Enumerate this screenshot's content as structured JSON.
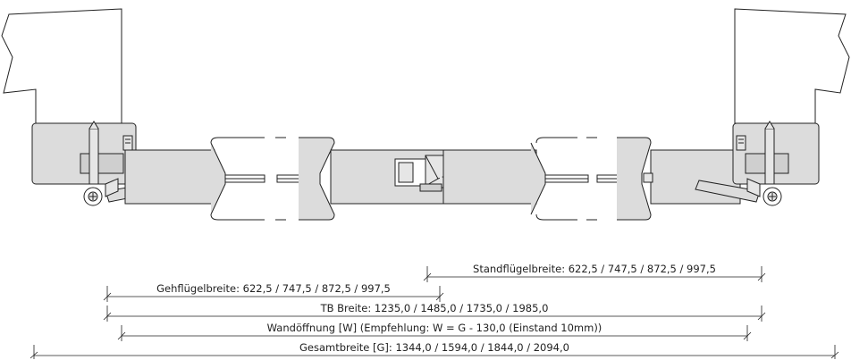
{
  "colors": {
    "line": "#222222",
    "fill_light": "#dcdcdc",
    "fill_mid": "#c8c8c8",
    "background": "#ffffff"
  },
  "dimensions": {
    "standfluegel": "Standflügelbreite: 622,5 / 747,5 / 872,5 / 997,5",
    "gehfluegel": "Gehflügelbreite: 622,5 / 747,5 / 872,5 / 997,5",
    "tb_breite": "TB Breite: 1235,0 / 1485,0 / 1735,0 / 1985,0",
    "wandoeffnung": "Wandöffnung [W] (Empfehlung: W = G - 130,0 (Einstand 10mm))",
    "gesamtbreite": "Gesamtbreite [G]: 1344,0 / 1594,0 / 1844,0 / 2094,0"
  }
}
